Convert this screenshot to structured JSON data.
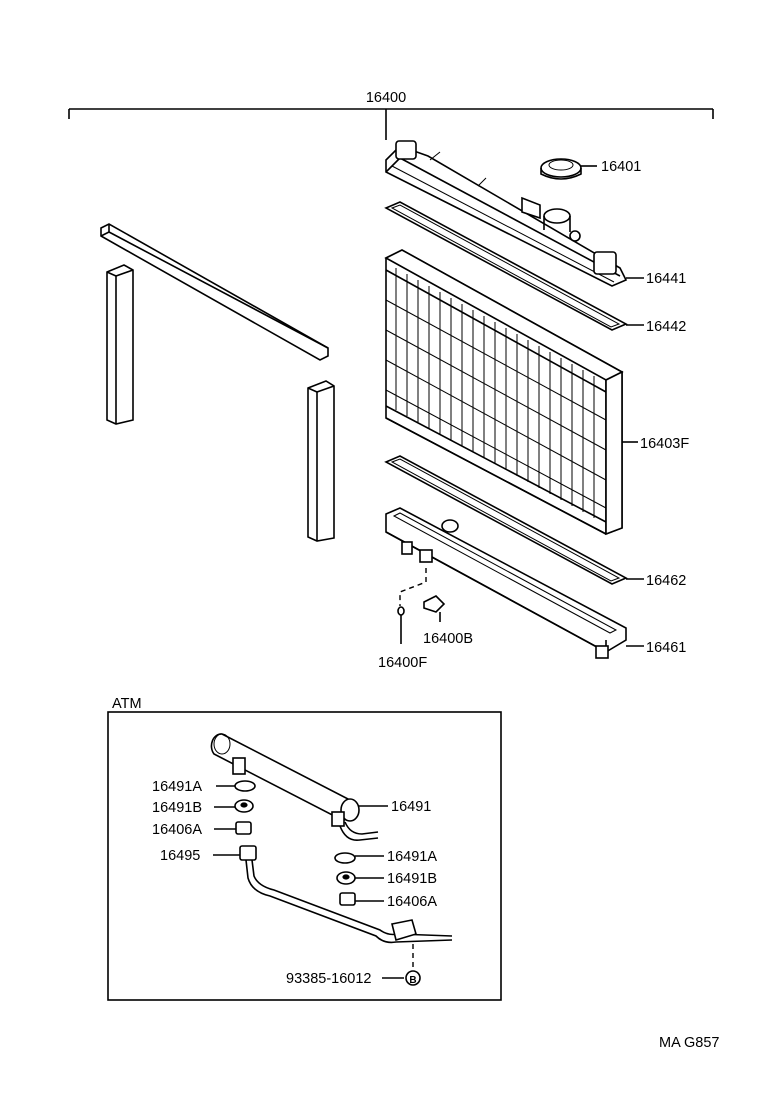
{
  "diagram": {
    "top_part_number": "16400",
    "section_label": "ATM",
    "footer_code": "MA G857",
    "callouts": {
      "cap": "16401",
      "upper_tank": "16441",
      "upper_gasket": "16442",
      "core": "16403F",
      "lower_gasket": "16462",
      "lower_tank": "16461",
      "drain_cock": "16400B",
      "drain_plug": "16400F"
    },
    "atm_callouts": {
      "cooler_ring_left_a": "16491A",
      "cooler_ring_left_b": "16491B",
      "cooler_nut_left": "16406A",
      "cooler_pipe": "16495",
      "oil_cooler": "16491",
      "cooler_ring_right_a": "16491A",
      "cooler_ring_right_b": "16491B",
      "cooler_nut_right": "16406A",
      "bolt": "93385-16012",
      "bolt_symbol": "B"
    }
  }
}
